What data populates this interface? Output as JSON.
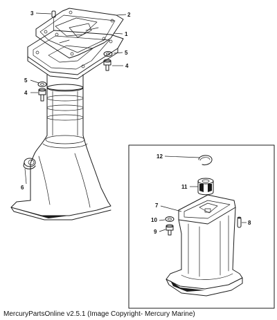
{
  "footer": {
    "caption": "MercuryPartsOnline v2.5.1 (Image Copyright- Mercury Marine)"
  },
  "callouts": {
    "c1": "1",
    "c2": "2",
    "c3": "3",
    "c4a": "4",
    "c4b": "4",
    "c5a": "5",
    "c5b": "5",
    "c6": "6",
    "c7": "7",
    "c8": "8",
    "c9": "9",
    "c10": "10",
    "c11": "11",
    "c12": "12"
  }
}
